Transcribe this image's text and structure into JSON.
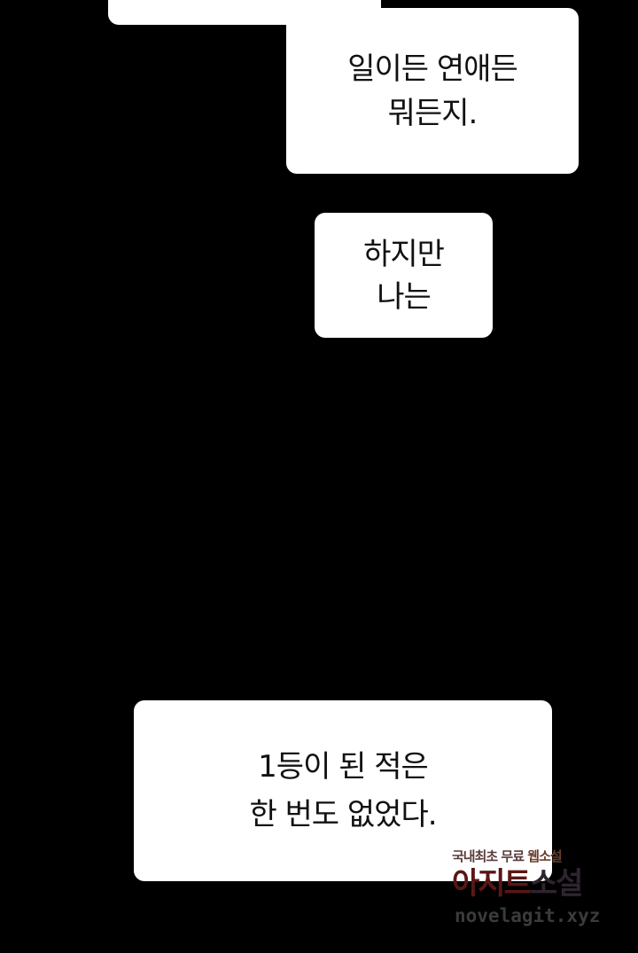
{
  "panel": {
    "background": "#000000",
    "bubble_color": "#ffffff"
  },
  "bubbles": [
    {
      "lines": [
        "일이든 연애든",
        "뭐든지."
      ]
    },
    {
      "lines": [
        "하지만",
        "나는"
      ]
    },
    {
      "lines": [
        "1등이 된 적은",
        "한 번도 없었다."
      ]
    }
  ],
  "watermark": {
    "tagline_part1": "국내최초 무료",
    "tagline_part2": "웹소설",
    "brand_part1": "아지트",
    "brand_part2": "소설",
    "url": "novelagit.xyz"
  }
}
